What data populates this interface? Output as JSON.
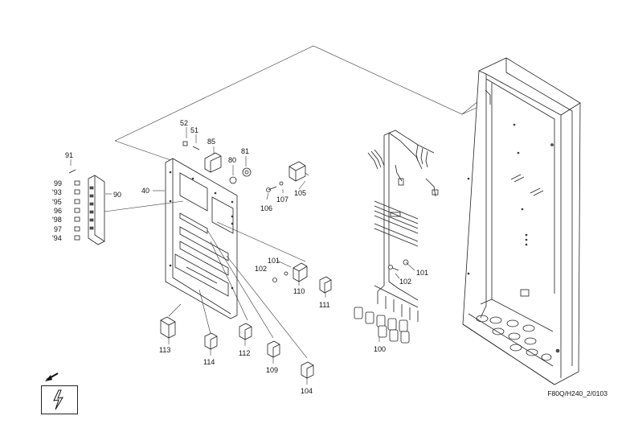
{
  "labels": {
    "l40": "40",
    "l51": "51",
    "l52": "52",
    "l80": "80",
    "l81": "81",
    "l85": "85",
    "l90": "90",
    "l91": "91",
    "l93": "'93",
    "l94": "'94",
    "l95": "'95",
    "l96": "96",
    "l97": "97",
    "l98": "'98",
    "l99": "99",
    "l100": "100",
    "l101a": "101",
    "l101b": "101",
    "l102a": "102",
    "l102b": "102",
    "l104": "104",
    "l105": "105",
    "l106": "106",
    "l107": "107",
    "l109": "109",
    "l110": "110",
    "l111": "111",
    "l112": "112",
    "l113": "113",
    "l114": "114"
  },
  "reference_code": "F80Q/H240_2/0103",
  "icons": [
    "direction-arrow-icon",
    "high-voltage-icon"
  ]
}
